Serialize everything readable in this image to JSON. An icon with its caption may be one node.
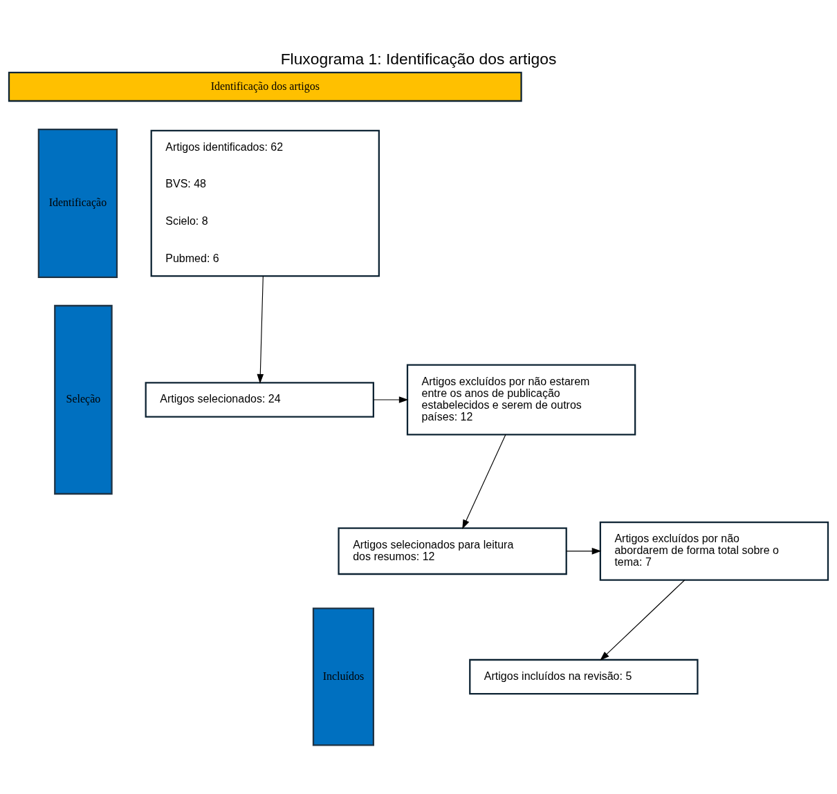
{
  "diagram": {
    "title": "Fluxograma 1: Identificação dos artigos",
    "nodes": [
      {
        "text": [
          "Identificação dos artigos"
        ]
      },
      {
        "text": [
          "Identificação"
        ]
      },
      {
        "text": [
          "Artigos identificados: 62",
          "BVS: 48",
          "Scielo: 8",
          "Pubmed: 6"
        ]
      },
      {
        "text": [
          "Seleção"
        ]
      },
      {
        "text": [
          "Artigos selecionados: 24"
        ]
      },
      {
        "text": [
          "Artigos excluídos por não estarem entre os anos de publicação estabelecidos e serem de outros países: 12"
        ]
      },
      {
        "text": [
          "Artigos selecionados para leitura dos resumos: 12"
        ]
      },
      {
        "text": [
          "Artigos excluídos por não abordarem de forma total sobre o tema: 7"
        ]
      },
      {
        "text": [
          "Incluídos"
        ]
      },
      {
        "text": [
          "Artigos incluídos na revisão: 5"
        ]
      }
    ],
    "edges": [
      {
        "from": 2,
        "to": 4,
        "arrow": "to"
      },
      {
        "from": 4,
        "to": 5,
        "arrow": "to"
      },
      {
        "from": 5,
        "to": 6,
        "arrow": "to"
      },
      {
        "from": 6,
        "to": 7,
        "arrow": "to"
      },
      {
        "from": 7,
        "to": 9,
        "arrow": "to"
      }
    ]
  }
}
